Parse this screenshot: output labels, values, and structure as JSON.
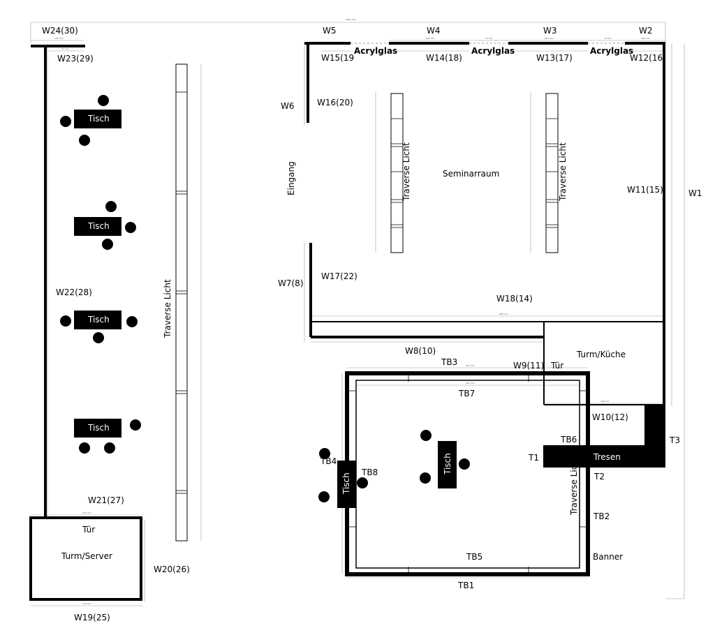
{
  "labels": {
    "w24": "W24(30)",
    "w23": "W23(29)",
    "w22": "W22(28)",
    "w21": "W21(27)",
    "w20": "W20(26)",
    "w19": "W19(25)",
    "w5": "W5",
    "w4": "W4",
    "w3": "W3",
    "w2": "W2",
    "w15": "W15(19",
    "w14": "W14(18)",
    "w13": "W13(17)",
    "w12": "W12(16)",
    "w6": "W6",
    "w16": "W16(20)",
    "w7": "W7(8)",
    "w17": "W17(22)",
    "w18": "W18(14)",
    "w11": "W11(15)",
    "w1": "W1",
    "w8": "W8(10)",
    "w9": "W9(11)",
    "w10": "W10(12)",
    "acryl1": "Acrylglas",
    "acryl2": "Acrylglas",
    "acryl3": "Acrylglas",
    "eingang": "Eingang",
    "seminarraum": "Seminarraum",
    "traverse_left": "Traverse Licht",
    "traverse_sem1": "Traverse Licht",
    "traverse_sem2": "Traverse Licht",
    "traverse_tb": "Traverse Lich",
    "turm_kueche": "Turm/Küche",
    "tuer_kueche": "Tür",
    "turm_server": "Turm/Server",
    "tuer_server": "Tür",
    "tb1": "TB1",
    "tb2": "TB2",
    "tb3": "TB3",
    "tb4": "TB4",
    "tb5": "TB5",
    "tb6": "TB6",
    "tb7": "TB7",
    "tb8": "TB8",
    "t1": "T1",
    "t2": "T2",
    "t3": "T3",
    "tresen": "Tresen",
    "banner": "Banner",
    "tisch1": "Tisch",
    "tisch2": "Tisch",
    "tisch3": "Tisch",
    "tisch4": "Tisch",
    "tisch_center": "Tisch",
    "tisch_tb4": "Tisch"
  }
}
